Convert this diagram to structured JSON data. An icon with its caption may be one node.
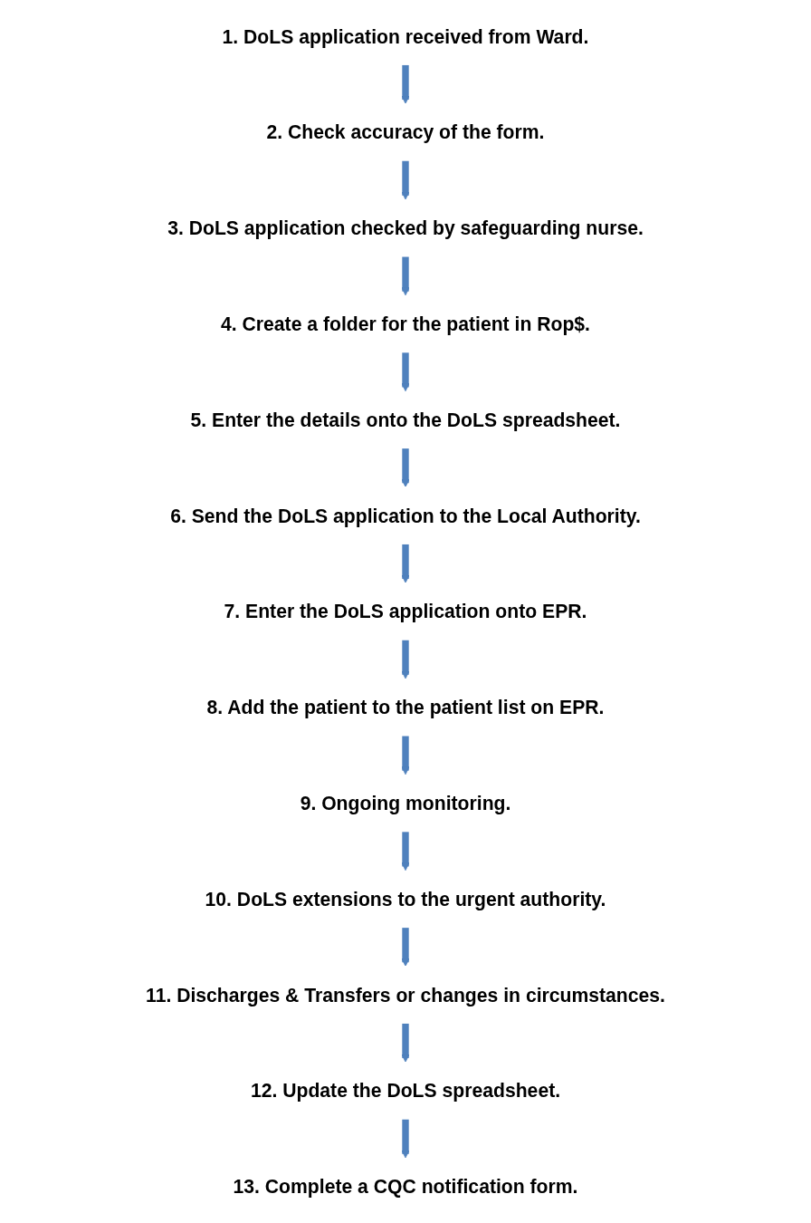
{
  "diagram": {
    "nodes": [
      {
        "text": [
          "1. DoLS application received from Ward."
        ]
      },
      {
        "text": [
          "2. Check accuracy of the form."
        ]
      },
      {
        "text": [
          "3. DoLS application checked by safeguarding nurse."
        ]
      },
      {
        "text": [
          "4. Create a folder for the patient in Rop$."
        ]
      },
      {
        "text": [
          "5. Enter the details onto the DoLS spreadsheet."
        ]
      },
      {
        "text": [
          "6. Send the DoLS application to the Local Authority."
        ]
      },
      {
        "text": [
          "7. Enter the DoLS application onto EPR."
        ]
      },
      {
        "text": [
          "8. Add the patient to the patient list on EPR."
        ]
      },
      {
        "text": [
          "9. Ongoing monitoring."
        ]
      },
      {
        "text": [
          "10. DoLS extensions to the urgent authority."
        ]
      },
      {
        "text": [
          "11. Discharges & Transfers or changes in circumstances."
        ]
      },
      {
        "text": [
          "12. Update the DoLS spreadsheet."
        ]
      },
      {
        "text": [
          "13. Complete a CQC notification form."
        ]
      }
    ],
    "edges": [
      {
        "from": 0,
        "to": 1,
        "arrow": "to"
      },
      {
        "from": 1,
        "to": 2,
        "arrow": "to"
      },
      {
        "from": 2,
        "to": 3,
        "arrow": "to"
      },
      {
        "from": 3,
        "to": 4,
        "arrow": "to"
      },
      {
        "from": 4,
        "to": 5,
        "arrow": "to"
      },
      {
        "from": 5,
        "to": 6,
        "arrow": "to"
      },
      {
        "from": 6,
        "to": 7,
        "arrow": "to"
      },
      {
        "from": 7,
        "to": 8,
        "arrow": "to"
      },
      {
        "from": 8,
        "to": 9,
        "arrow": "to"
      },
      {
        "from": 9,
        "to": 10,
        "arrow": "to"
      },
      {
        "from": 10,
        "to": 11,
        "arrow": "to"
      },
      {
        "from": 11,
        "to": 12,
        "arrow": "to"
      }
    ]
  }
}
